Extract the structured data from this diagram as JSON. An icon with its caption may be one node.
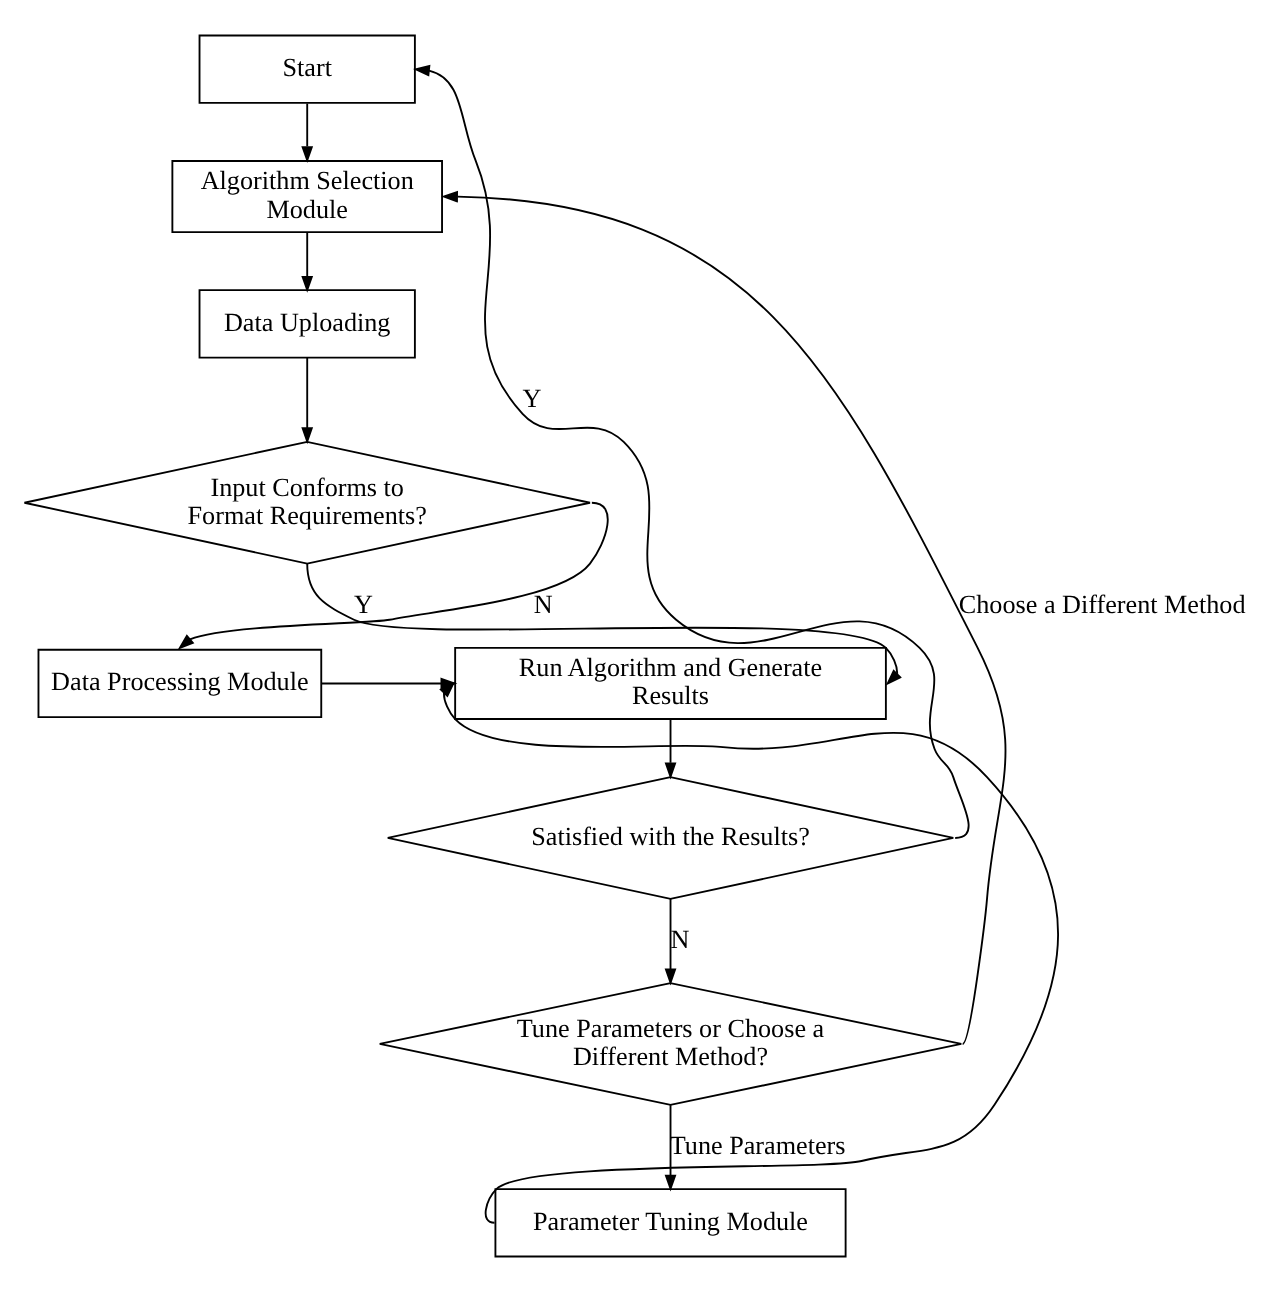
{
  "diagram": {
    "nodes": [
      {
        "text": [
          "Start"
        ]
      },
      {
        "text": [
          "Algorithm Selection Module"
        ]
      },
      {
        "text": [
          "Data Uploading"
        ]
      },
      {
        "text": [
          "Input Conforms to Format Requirements?"
        ]
      },
      {
        "text": [
          "Data Processing Module"
        ]
      },
      {
        "text": [
          "Run Algorithm and Generate Results"
        ]
      },
      {
        "text": [
          "Satisfied with the Results?"
        ]
      },
      {
        "text": [
          "Tune Parameters or Choose a Different Method?"
        ]
      },
      {
        "text": [
          "Parameter Tuning Module"
        ]
      }
    ],
    "edges": [
      {
        "from": 0,
        "to": 1,
        "arrow": "to"
      },
      {
        "from": 1,
        "to": 2,
        "arrow": "to"
      },
      {
        "from": 2,
        "to": 3,
        "arrow": "to"
      },
      {
        "from": 3,
        "to": 4,
        "arrow": "to",
        "label": "N"
      },
      {
        "from": 3,
        "to": 5,
        "arrow": "to",
        "label": "Y"
      },
      {
        "from": 4,
        "to": 5,
        "arrow": "to"
      },
      {
        "from": 5,
        "to": 6,
        "arrow": "to"
      },
      {
        "from": 6,
        "to": 0,
        "arrow": "to",
        "label": "Y"
      },
      {
        "from": 6,
        "to": 7,
        "arrow": "to",
        "label": "N"
      },
      {
        "from": 7,
        "to": 1,
        "arrow": "to",
        "label": "Choose a Different Method"
      },
      {
        "from": 7,
        "to": 8,
        "arrow": "to",
        "label": "Tune Parameters"
      },
      {
        "from": 8,
        "to": 5,
        "arrow": "to"
      }
    ]
  }
}
